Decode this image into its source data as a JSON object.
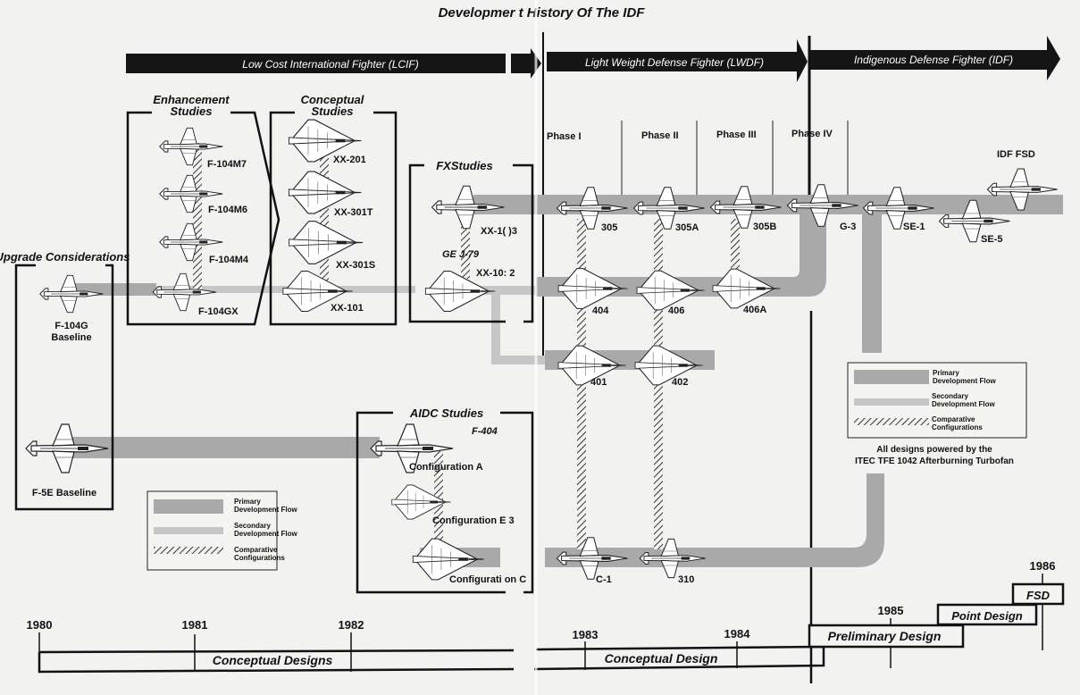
{
  "title": "Developmer t History Of The IDF",
  "programs": [
    {
      "label": "Low Cost International Fighter (LCIF)"
    },
    {
      "label": "Light Weight Defense Fighter (LWDF)"
    },
    {
      "label": "Indigenous Defense Fighter (IDF)"
    }
  ],
  "phases": [
    "Phase I",
    "Phase II",
    "Phase III",
    "Phase IV"
  ],
  "groups": {
    "upgrade": "Upgrade Considerations",
    "enhancement": [
      "Enhancement",
      "Studies"
    ],
    "conceptual": [
      "Conceptual",
      "Studies"
    ],
    "fx": "FXStudies",
    "aidc": "AIDC Studies"
  },
  "aircraft": {
    "f104g": [
      "F-104G",
      "Baseline"
    ],
    "f5e": "F-5E Baseline",
    "f104m7": "F-104M7",
    "f104m6": "F-104M6",
    "f104m4": "F-104M4",
    "f104gx": "F-104GX",
    "xx201": "XX-201",
    "xx301t": "XX-301T",
    "xx301s": "XX-301S",
    "xx101": "XX-101",
    "xx103": "XX-1( )3",
    "gej79": "GE J-79",
    "xx102": "XX-10: 2",
    "f404": "F-404",
    "confA": "Configuration A",
    "confB": "Configuration E 3",
    "confC": "Configurati on C",
    "d305": "305",
    "d305a": "305A",
    "d305b": "305B",
    "g3": "G-3",
    "se1": "SE-1",
    "se5": "SE-5",
    "idffsd": "IDF FSD",
    "d404": "404",
    "d406": "406",
    "d406a": "406A",
    "d401": "401",
    "d402": "402",
    "c1": "C-1",
    "d310": "310"
  },
  "legend": {
    "primary": [
      "Primary",
      "Development Flow"
    ],
    "secondary": [
      "Secondary",
      "Development Flow"
    ],
    "comparative": [
      "Comparative",
      "Configurations"
    ]
  },
  "engine_note": [
    "All designs powered by the",
    "ITEC TFE 1042 Afterburning Turbofan"
  ],
  "timeline": {
    "years": [
      "1980",
      "1981",
      "1982",
      "1983",
      "1984",
      "1985",
      "1986"
    ],
    "stages": [
      "Conceptual Designs",
      "Conceptual Design",
      "Preliminary Design",
      "Point Design",
      "FSD"
    ]
  },
  "colors": {
    "primary_flow": "#a9a9a9",
    "secondary_flow": "#c6c6c6",
    "ink": "#111111",
    "paper": "#f2f2f0"
  }
}
